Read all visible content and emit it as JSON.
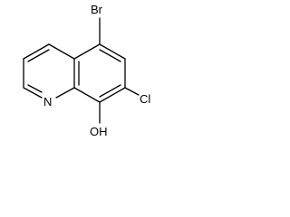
{
  "molecule": {
    "labels": {
      "br": "Br",
      "cl": "Cl",
      "n": "N",
      "oh": "OH"
    }
  }
}
